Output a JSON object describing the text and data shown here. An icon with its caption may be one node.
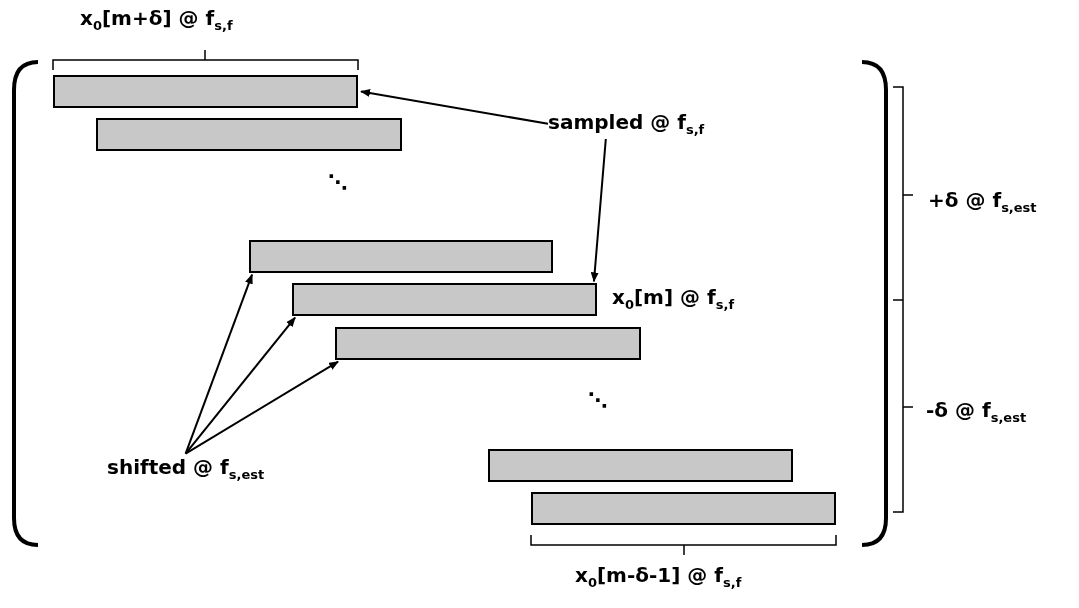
{
  "diagram": {
    "nodes": [
      {
        "text": [],
        "shape": "bar",
        "beside": [
          "x$_{0}$[m+δ] @ f$_{s,f}$"
        ]
      },
      {
        "text": [],
        "shape": "bar"
      },
      {
        "text": [],
        "shape": "bar"
      },
      {
        "text": [],
        "shape": "bar",
        "beside": [
          "x$_{0}$[m] @ f$_{s,f}$"
        ]
      },
      {
        "text": [],
        "shape": "bar"
      },
      {
        "text": [],
        "shape": "bar"
      },
      {
        "text": [],
        "shape": "bar",
        "beside": [
          "x$_{0}$[m-δ-1] @ f$_{s,f}$"
        ]
      },
      {
        "text": [
          "sampled @ f$_{s,f}$"
        ]
      },
      {
        "text": [
          "shifted @ f$_{s,est}$"
        ]
      }
    ],
    "edges": [
      {
        "from": 7,
        "to": 0,
        "arrow": "to"
      },
      {
        "from": 7,
        "to": 3,
        "arrow": "to"
      },
      {
        "from": 8,
        "to": 2,
        "arrow": "to"
      },
      {
        "from": 8,
        "to": 3,
        "arrow": "to"
      },
      {
        "from": 8,
        "to": 4,
        "arrow": "to"
      }
    ],
    "labels": [
      "⋱",
      "+δ @ f$_{s,est}$",
      "⋱",
      "-δ @ f$_{s,est}$"
    ]
  }
}
